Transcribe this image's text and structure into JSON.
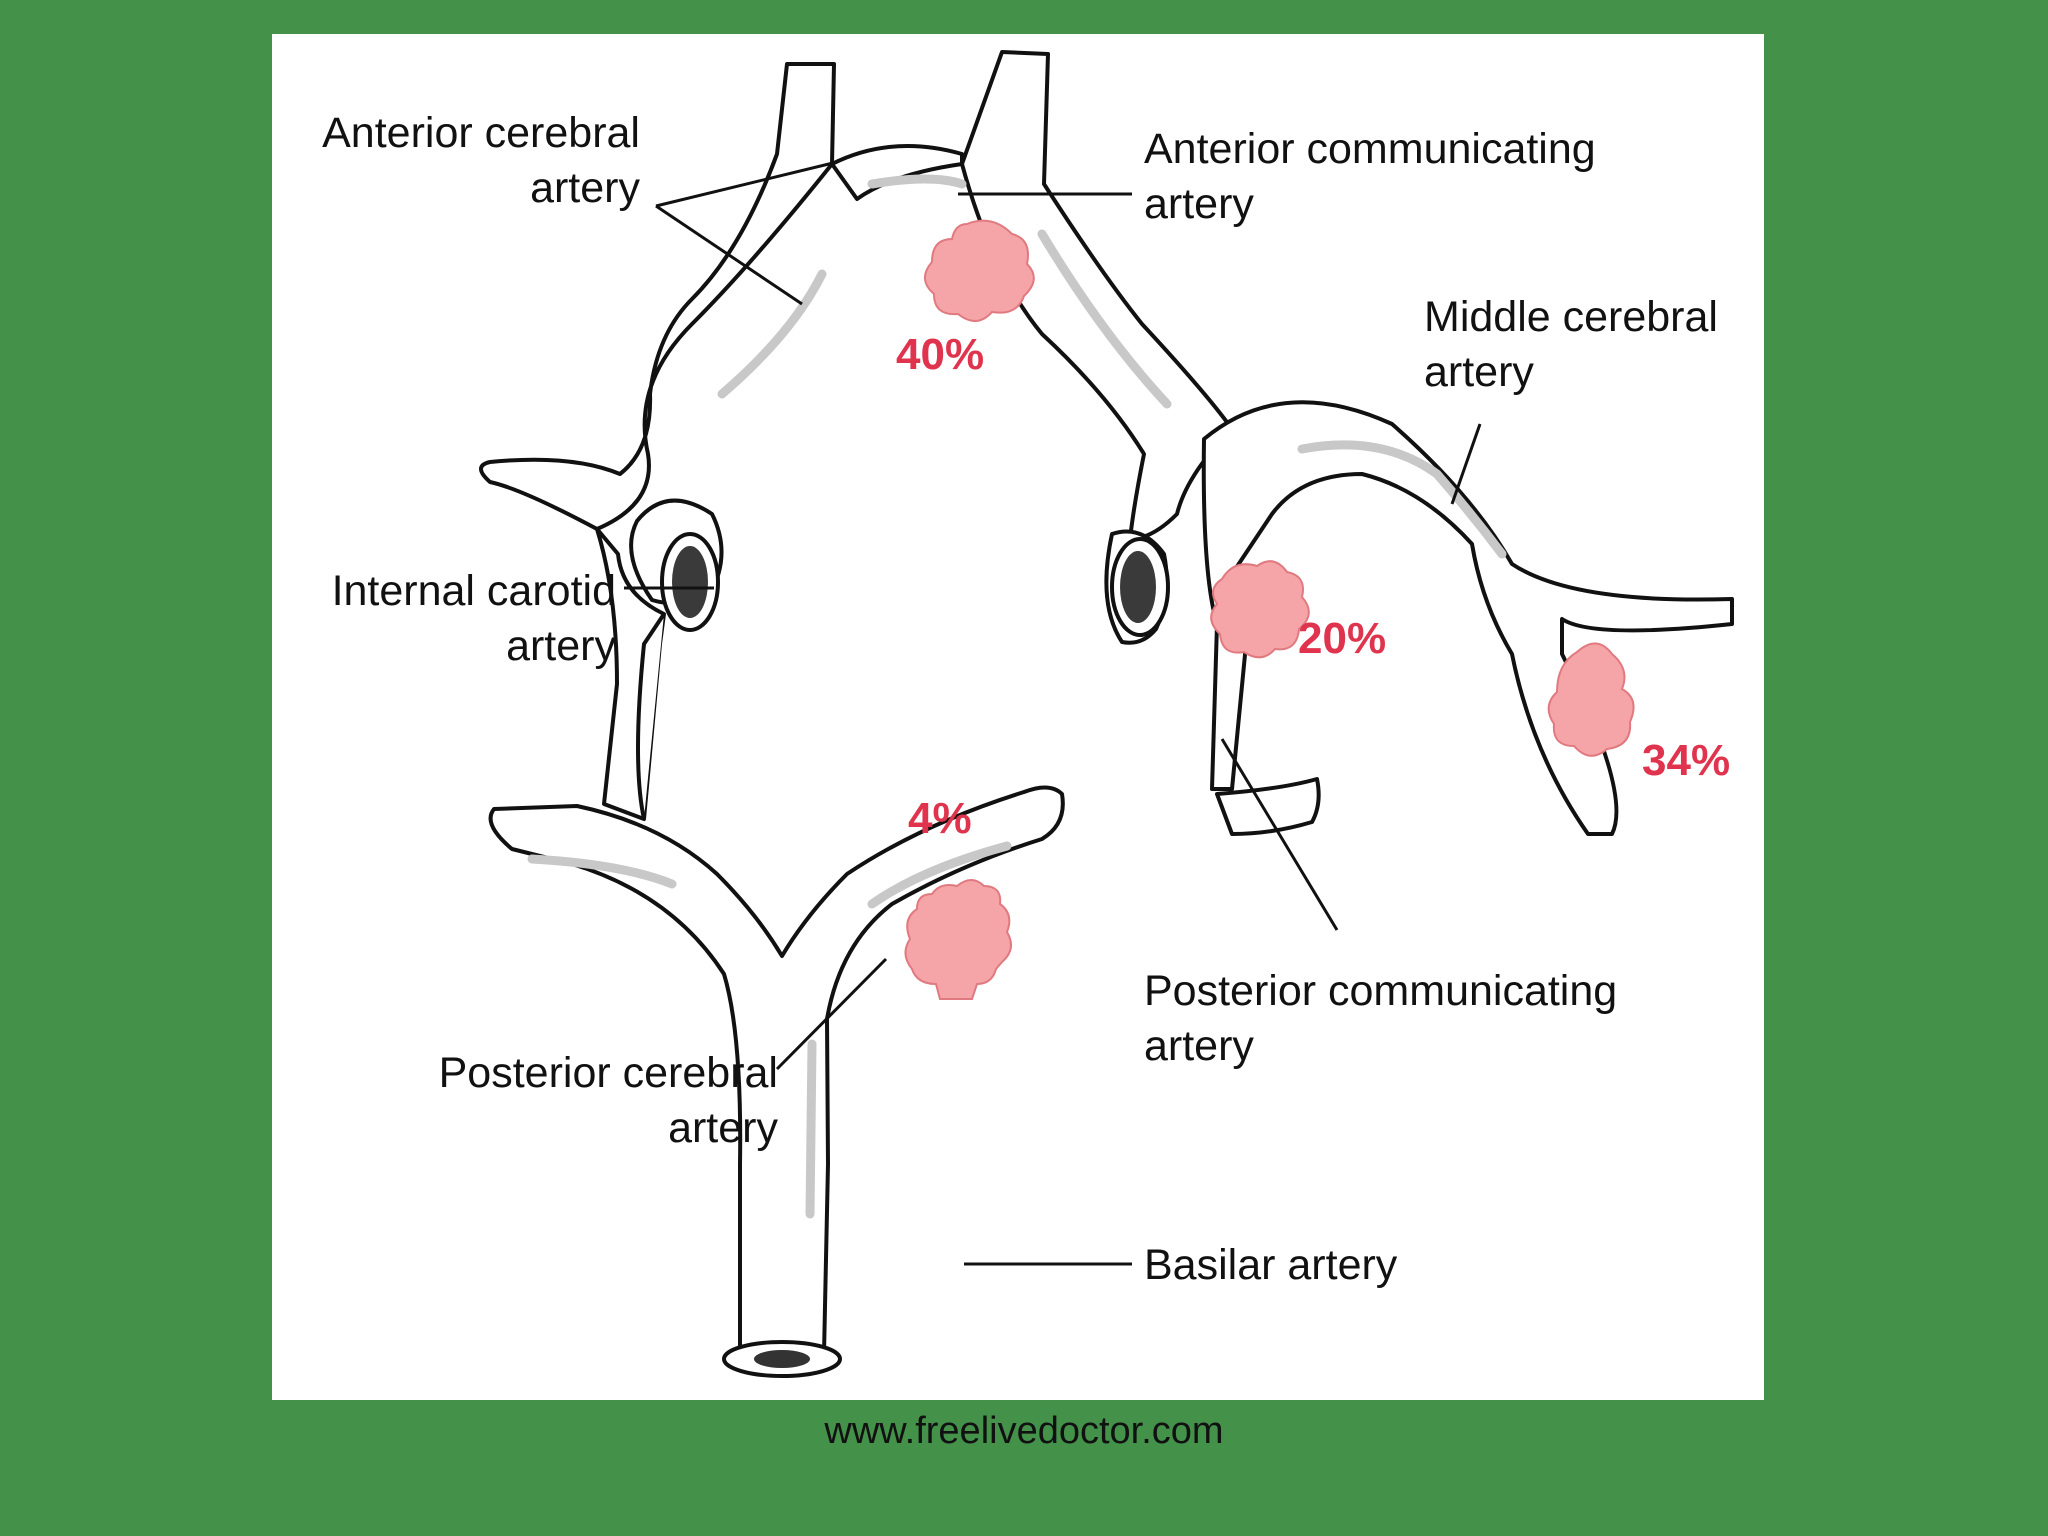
{
  "labels": {
    "anterior_cerebral": [
      "Anterior cerebral",
      "artery"
    ],
    "anterior_communicating": [
      "Anterior communicating",
      "artery"
    ],
    "middle_cerebral": [
      "Middle cerebral",
      "artery"
    ],
    "internal_carotid": [
      "Internal carotid",
      "artery"
    ],
    "posterior_communicating": [
      "Posterior communicating",
      "artery"
    ],
    "posterior_cerebral": [
      "Posterior cerebral",
      "artery"
    ],
    "basilar": "Basilar artery"
  },
  "aneurysm_percentages": {
    "anterior_communicating": "40%",
    "internal_carotid": "20%",
    "middle_cerebral": "34%",
    "basilar_tip": "4%"
  },
  "colors": {
    "background": "#44914A",
    "panel": "#FFFFFF",
    "aneurysm_fill": "#F5A5A8",
    "percent_text": "#E0344E"
  },
  "footer": {
    "website": "www.freelivedoctor.com"
  }
}
